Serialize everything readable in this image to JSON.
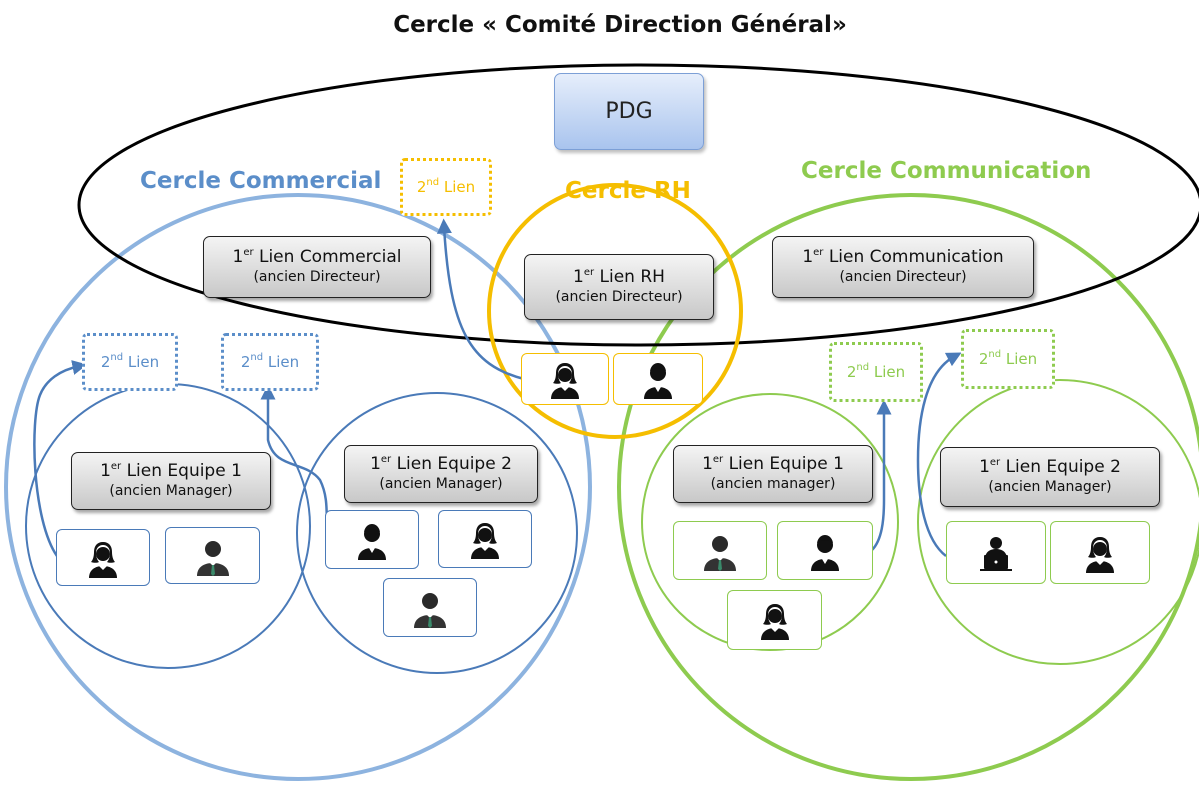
{
  "title": "Cercle « Comité Direction Général»",
  "colors": {
    "blue": "#5b8ec9",
    "light_blue": "#8db3df",
    "orange": "#f5be00",
    "green": "#8ecb4f",
    "black": "#000000"
  },
  "circles": {
    "commercial": "Cercle Commercial",
    "rh": "Cercle RH",
    "communication": "Cercle Communication"
  },
  "pdg": "PDG",
  "directors": {
    "commercial": {
      "sup": "er",
      "pre": "1",
      "post": " Lien Commercial",
      "sub": "(ancien Directeur)"
    },
    "rh": {
      "sup": "er",
      "pre": "1",
      "post": " Lien RH",
      "sub": "(ancien Directeur)"
    },
    "communication": {
      "sup": "er",
      "pre": "1",
      "post": " Lien Communication",
      "sub": "(ancien Directeur)"
    }
  },
  "teams": {
    "commercial_1": {
      "pre": "1",
      "sup": "er",
      "post": " Lien  Equipe 1",
      "sub": "(ancien Manager)"
    },
    "commercial_2": {
      "pre": "1",
      "sup": "er",
      "post": " Lien  Equipe 2",
      "sub": "(ancien Manager)"
    },
    "communication_1": {
      "pre": "1",
      "sup": "er",
      "post": " Lien  Equipe 1",
      "sub": "(ancien manager)"
    },
    "communication_2": {
      "pre": "1",
      "sup": "er",
      "post": " Lien  Equipe 2",
      "sub": "(ancien Manager)"
    }
  },
  "second_link": {
    "pre": "2",
    "sup": "nd",
    "post": " Lien"
  },
  "icons": {
    "woman": "woman-avatar-icon",
    "man_tie": "businessman-icon",
    "man": "man-avatar-icon",
    "laptop": "laptop-user-icon"
  }
}
